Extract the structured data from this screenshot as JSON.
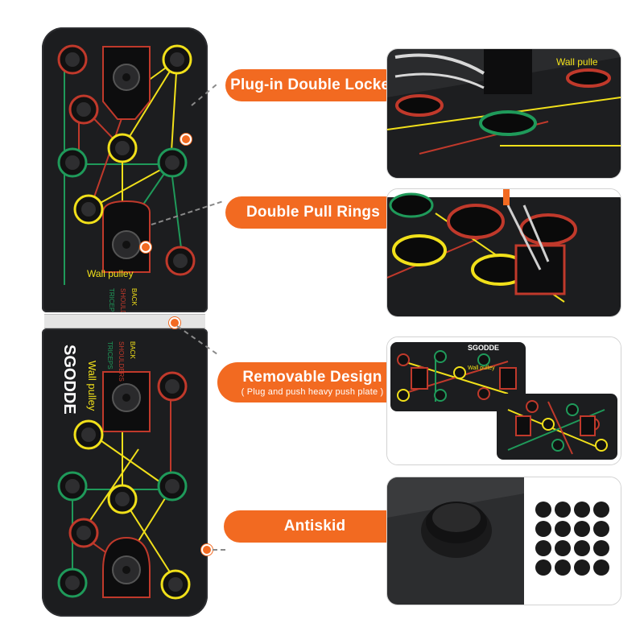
{
  "brand": {
    "logo": "SGODDE"
  },
  "board_labels": {
    "wall_pulley": "Wall pulley",
    "triceps": "TRICEPS",
    "shoulders": "SHOULDERS",
    "back": "BACK"
  },
  "features": [
    {
      "title": "Plug-in Double Locker",
      "subtitle": ""
    },
    {
      "title": "Double Pull Rings",
      "subtitle": ""
    },
    {
      "title": "Removable Design",
      "subtitle": "( Plug and push heavy push plate )"
    },
    {
      "title": "Antiskid",
      "subtitle": ""
    }
  ],
  "colors": {
    "accent": "#f26a21",
    "board": "#1c1d1f",
    "red": "#c0392b",
    "yellow": "#f1e01a",
    "green": "#1f9a5a"
  },
  "photo_labels": {
    "locker_photo_text": "Wall pulle"
  }
}
